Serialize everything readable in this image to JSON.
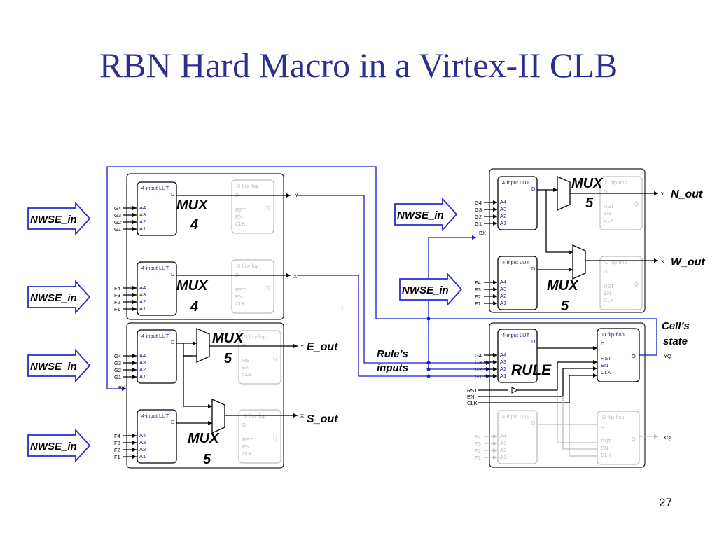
{
  "slide": {
    "title": "RBN Hard Macro in a Virtex-II CLB",
    "page_number": "27"
  },
  "labels": {
    "lut": "4-input LUT",
    "ff": "D flip-flop",
    "d": "D",
    "q": "Q",
    "rst": "RST",
    "en": "EN",
    "clk": "CLK",
    "a4": "A4",
    "a3": "A3",
    "a2": "A2",
    "a1": "A1",
    "g4": "G4",
    "g3": "G3",
    "g2": "G2",
    "g1": "G1",
    "f4": "F4",
    "f3": "F3",
    "f2": "F2",
    "f1": "F1",
    "bx": "BX",
    "y": "Y",
    "x": "X",
    "yq": "YQ",
    "xq": "XQ",
    "rst_in": "RST",
    "en_in": "EN",
    "clk_in": "CLK"
  },
  "arrows": {
    "nwse_in": "NWSE_in"
  },
  "mux": {
    "mux": "MUX",
    "four": "4",
    "five": "5",
    "rule": "RULE"
  },
  "outputs": {
    "e_out": "E_out",
    "s_out": "S_out",
    "n_out": "N_out",
    "w_out": "W_out"
  },
  "annotations": {
    "rules_inputs_1": "Rule’s",
    "rules_inputs_2": "inputs",
    "cells_state_1": "Cell’s",
    "cells_state_2": "state",
    "tick": "|"
  },
  "colors": {
    "title": "#2b2f8f",
    "wire_blue": "#1a1ad0",
    "arrow_stroke": "#2a2ad0",
    "faded": "#bdbdbd"
  }
}
